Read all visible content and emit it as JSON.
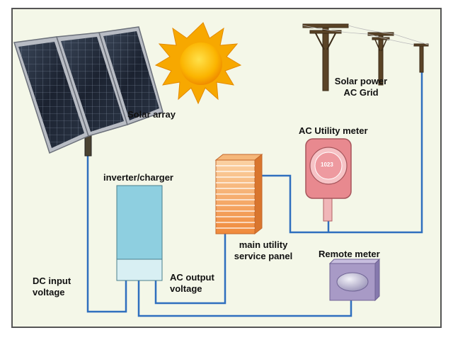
{
  "labels": {
    "solar_array": "Solar array",
    "grid_line1": "Solar power",
    "grid_line2": "AC Grid",
    "utility_meter": "AC Utility meter",
    "meter_reading": "1023",
    "inverter": "inverter/charger",
    "panel_line1": "main utility",
    "panel_line2": "service panel",
    "remote_meter": "Remote meter",
    "dc_line1": "DC input",
    "dc_line2": "voltage",
    "ac_line1": "AC output",
    "ac_line2": "voltage"
  },
  "colors": {
    "background": "#f4f7e8",
    "frame": "#555555",
    "wire": "#2f6fbe",
    "sun": "#f7a800",
    "inverter": "#8ecfe0",
    "panel": "#f3a05c",
    "utility_meter": "#e8898f",
    "remote_meter": "#a89ac6",
    "solar_cell": "#1b2230"
  }
}
